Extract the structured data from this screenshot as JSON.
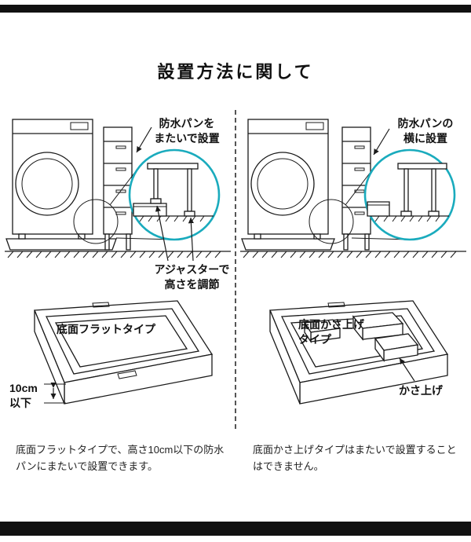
{
  "page": {
    "title": "設置方法に関して",
    "accent_color": "#1aabbd",
    "ink_color": "#1a1a1a"
  },
  "left_panel": {
    "placement_label": {
      "line1": "防水パンを",
      "line2": "またいで設置"
    },
    "adjuster_label": {
      "line1": "アジャスターで",
      "line2": "高さを調節"
    },
    "pan_type_label": "底面フラットタイプ",
    "height_note": {
      "line1": "10cm",
      "line2": "以下"
    },
    "caption": "底面フラットタイプで、高さ10cm以下の防水パンにまたいで設置できます。"
  },
  "right_panel": {
    "placement_label": {
      "line1": "防水パンの",
      "line2": "横に設置"
    },
    "pan_type_label": {
      "line1": "底面かさ上げ",
      "line2": "タイプ"
    },
    "raise_label": "かさ上げ",
    "caption": "底面かさ上げタイプはまたいで設置することはできません。"
  }
}
